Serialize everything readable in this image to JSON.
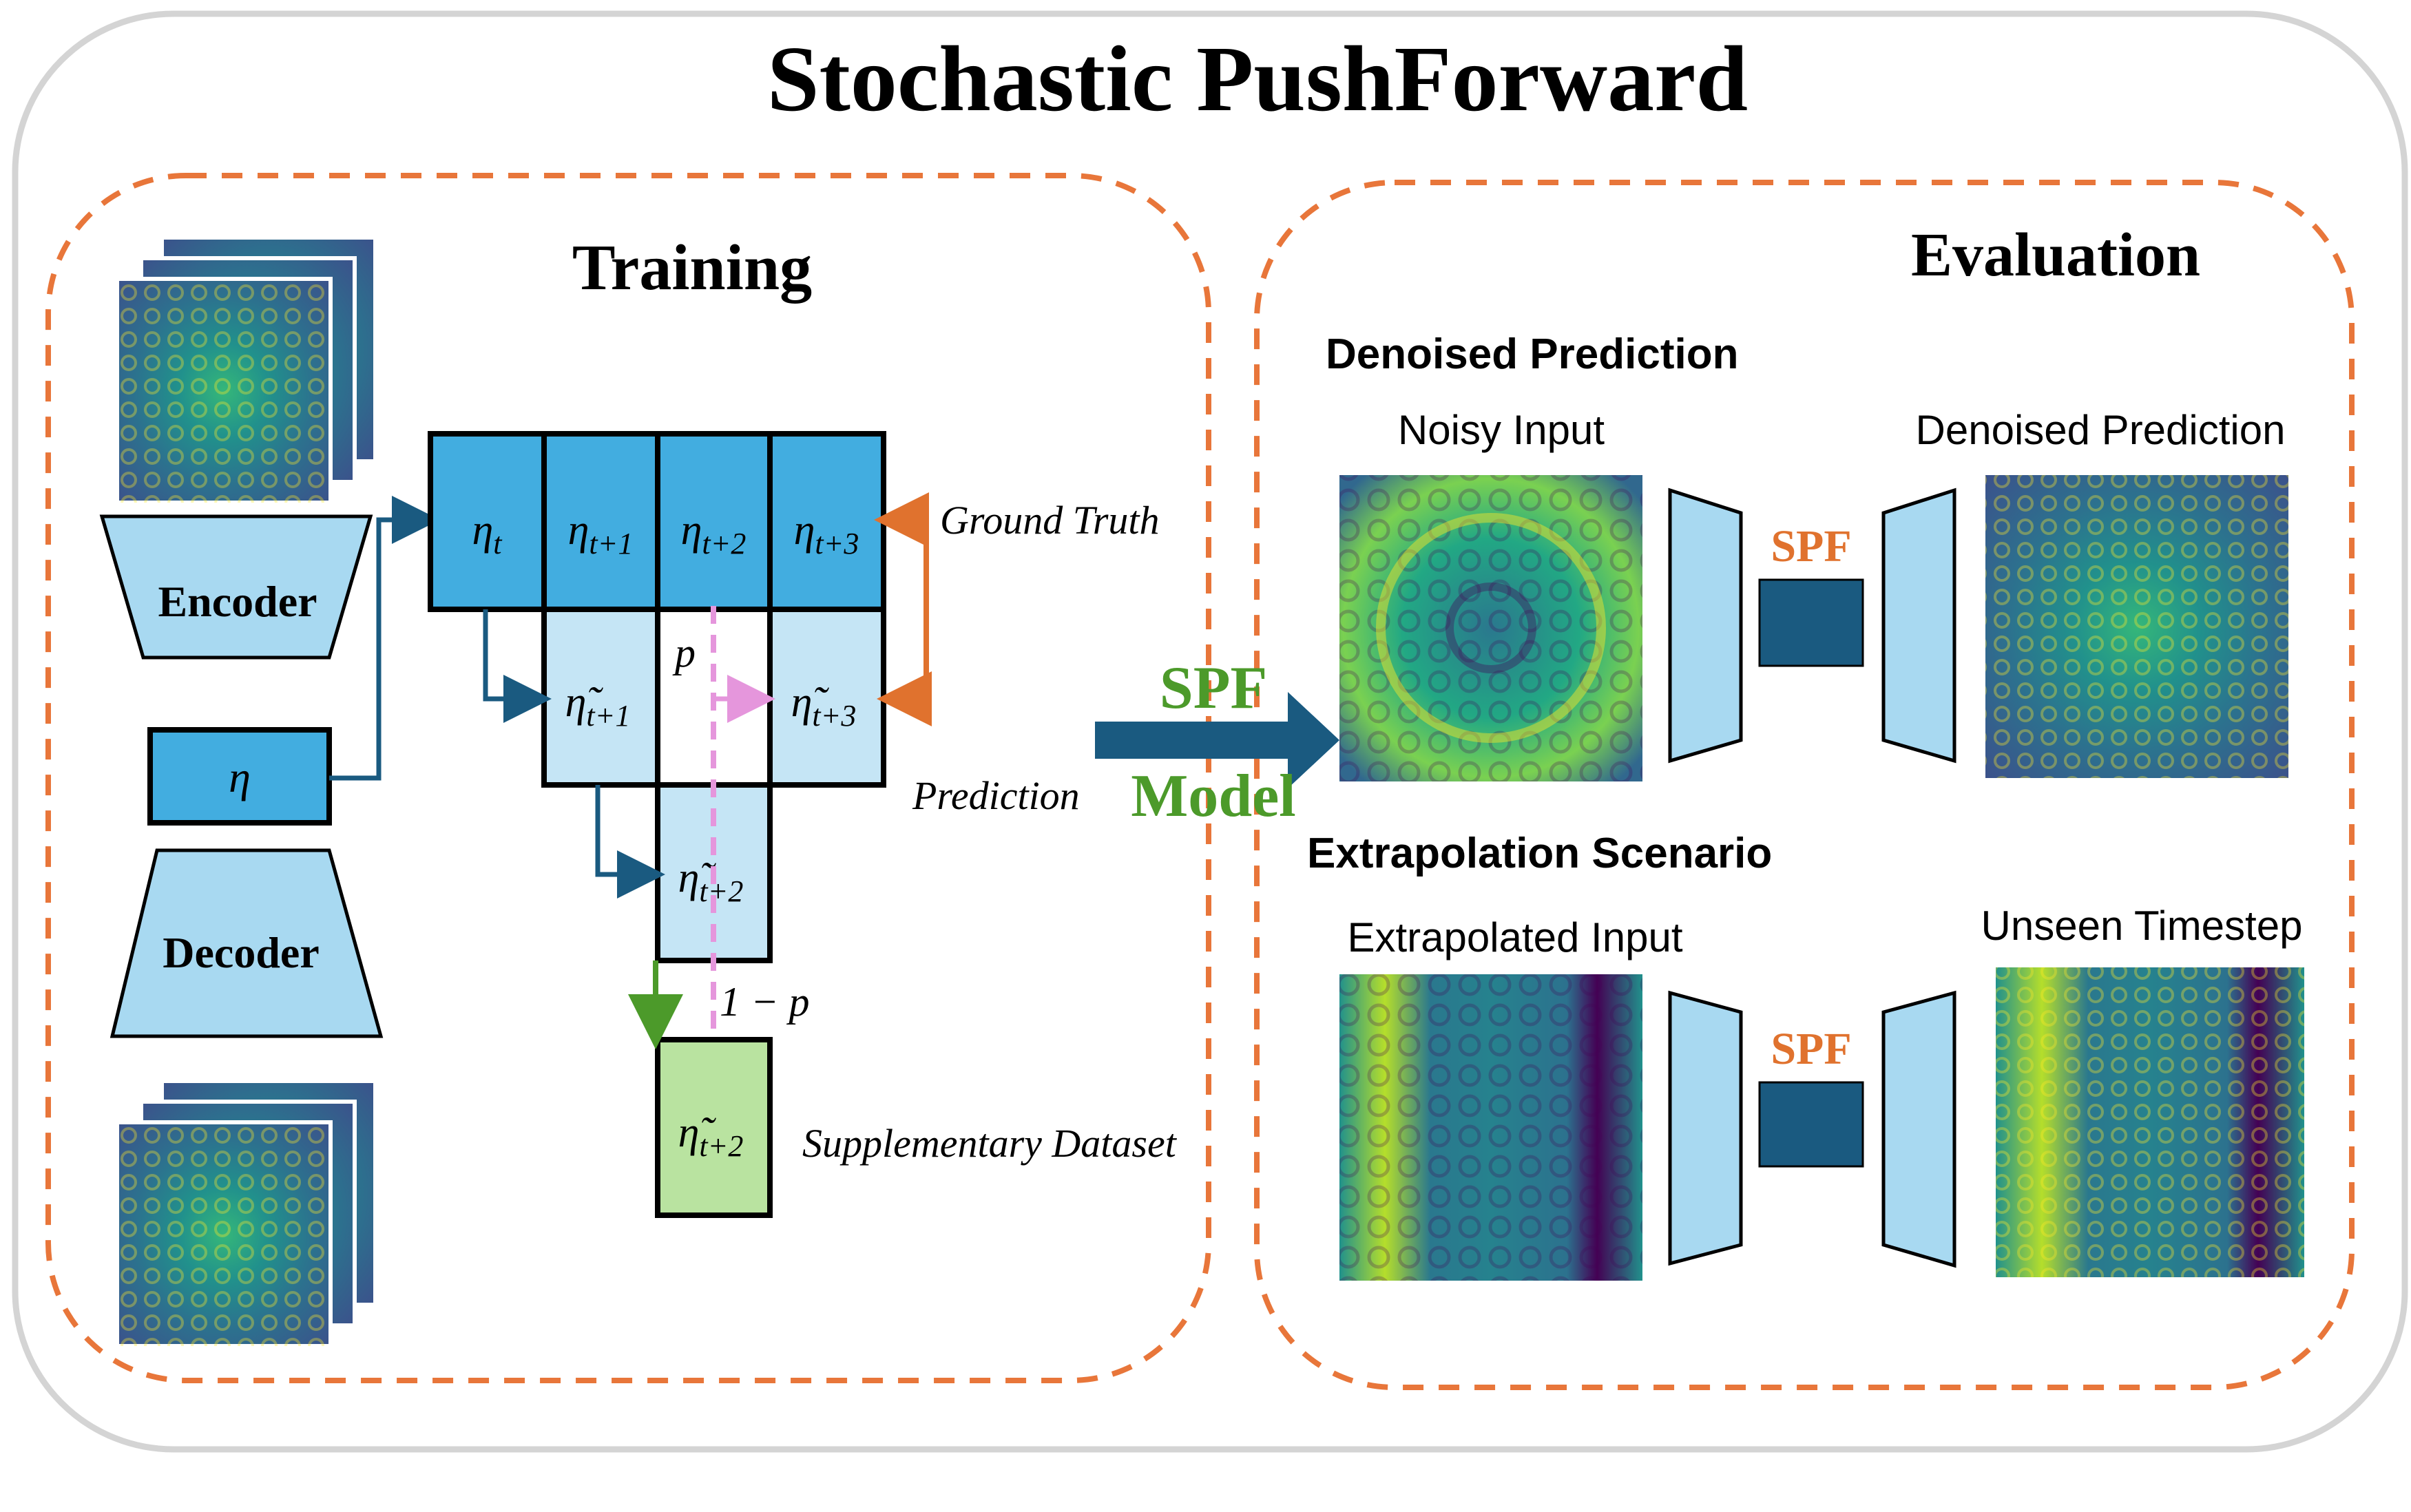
{
  "title": "Stochastic PushForward",
  "training": {
    "heading": "Training",
    "encoder_label": "Encoder",
    "decoder_label": "Decoder",
    "latent_label": "η",
    "ground_truth_cells": [
      {
        "base": "η",
        "sub": "t"
      },
      {
        "base": "η",
        "sub": "t+1"
      },
      {
        "base": "η",
        "sub": "t+2"
      },
      {
        "base": "η",
        "sub": "t+3"
      }
    ],
    "prediction_cells": [
      {
        "base": "η̃",
        "sub": "t+1"
      },
      {
        "base": "η̃",
        "sub": "t+3"
      },
      {
        "base": "η̃",
        "sub": "t+2"
      }
    ],
    "supplementary_cell": {
      "base": "η̃",
      "sub": "t+2"
    },
    "p_label": "p",
    "one_minus_p_label": "1 − p",
    "ground_truth_label": "Ground Truth",
    "prediction_label": "Prediction",
    "supplementary_label": "Supplementary Dataset"
  },
  "arrow_label_top": "SPF",
  "arrow_label_bottom": "Model",
  "evaluation": {
    "heading": "Evaluation",
    "denoised_section": {
      "title": "Denoised Prediction",
      "input_label": "Noisy Input",
      "output_label": "Denoised Prediction",
      "model_label": "SPF"
    },
    "extrapolation_section": {
      "title": "Extrapolation Scenario",
      "input_label": "Extrapolated Input",
      "output_label": "Unseen Timestep",
      "model_label": "SPF"
    }
  },
  "colors": {
    "frame_gray": "#d4d4d4",
    "dashed_orange": "#e8763a",
    "gt_blue": "#42ade0",
    "pred_lightblue": "#c5e5f5",
    "supp_green": "#b9e3a0",
    "arrow_navy": "#1a5a80",
    "orange_accent": "#e0722e",
    "green_accent": "#4c9a2a",
    "trapezoid_blue": "#a8d9f1",
    "pink_dash": "#e596dc"
  }
}
